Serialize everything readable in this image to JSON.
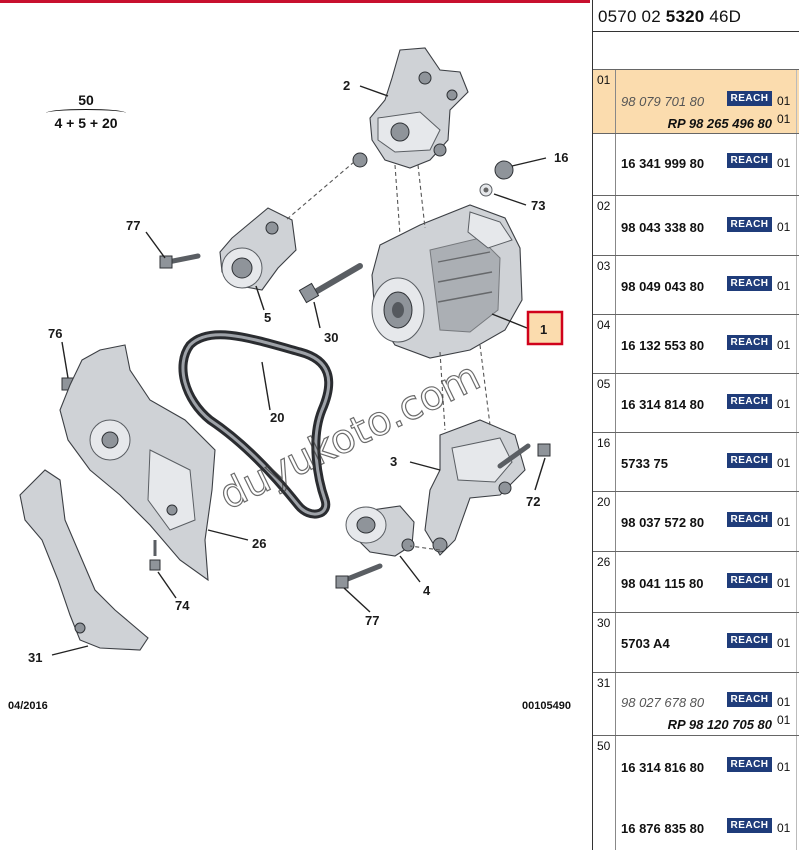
{
  "diagram": {
    "formula": {
      "total": "50",
      "parts": "4 + 5 + 20"
    },
    "callouts": {
      "c1": "1",
      "c2": "2",
      "c3": "3",
      "c4": "4",
      "c5": "5",
      "c16": "16",
      "c20": "20",
      "c26": "26",
      "c30": "30",
      "c31": "31",
      "c72": "72",
      "c73": "73",
      "c74": "74",
      "c76": "76",
      "c77a": "77",
      "c77b": "77"
    },
    "footer_date": "04/2016",
    "footer_code": "00105490",
    "watermark": "duyukoto.com",
    "highlight_color": "#d0021b"
  },
  "panel": {
    "ref": {
      "pre": "0570 02",
      "bold": "5320",
      "post": "46D"
    },
    "reach_label": "REACH",
    "reach_color": "#1f3c7a",
    "highlight_color": "#fbdcae",
    "rows": [
      {
        "item": "01",
        "pn": "98 079 701 80",
        "pn_qty": "01",
        "rp": "RP 98 265 496 80",
        "rp_qty": "01"
      },
      {
        "item": "",
        "pn": "16 341 999 80",
        "pn_qty": "01"
      },
      {
        "item": "02",
        "pn": "98 043 338 80",
        "pn_qty": "01"
      },
      {
        "item": "03",
        "pn": "98 049 043 80",
        "pn_qty": "01"
      },
      {
        "item": "04",
        "pn": "16 132 553 80",
        "pn_qty": "01"
      },
      {
        "item": "05",
        "pn": "16 314 814 80",
        "pn_qty": "01"
      },
      {
        "item": "16",
        "pn": "5733 75",
        "pn_qty": "01"
      },
      {
        "item": "20",
        "pn": "98 037 572 80",
        "pn_qty": "01"
      },
      {
        "item": "26",
        "pn": "98 041 115 80",
        "pn_qty": "01"
      },
      {
        "item": "30",
        "pn": "5703 A4",
        "pn_qty": "01"
      },
      {
        "item": "31",
        "pn": "98 027 678 80",
        "pn_qty": "01",
        "rp": "RP 98 120 705 80",
        "rp_qty": "01"
      },
      {
        "item": "50",
        "pn": "16 314 816 80",
        "pn_qty": "01",
        "pn2": "16 876 835 80",
        "pn2_qty": "01"
      }
    ]
  }
}
